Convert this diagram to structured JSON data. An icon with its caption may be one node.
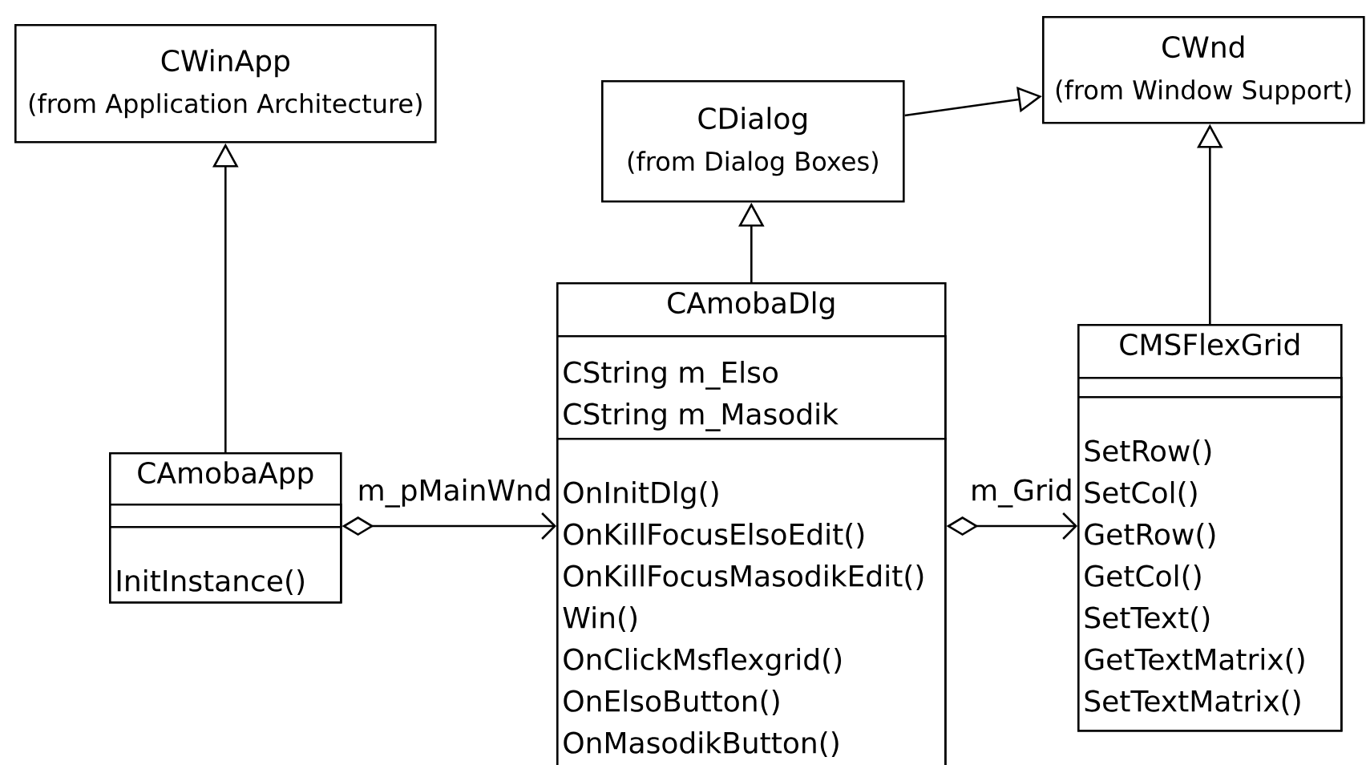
{
  "diagram": {
    "nodes": [
      {
        "text": [
          "CWinApp",
          "(from Application Architecture)"
        ]
      },
      {
        "text": [
          "CDialog",
          "(from Dialog Boxes)"
        ]
      },
      {
        "text": [
          "CWnd",
          "(from Window Support)"
        ]
      },
      {
        "text": [
          "CAmobaApp"
        ]
      },
      {
        "text": [],
        "shape": "box",
        "in": 3
      },
      {
        "text": [
          "InitInstance()"
        ],
        "in": 3
      },
      {
        "text": [
          "CAmobaDlg"
        ]
      },
      {
        "text": [
          "CString m_Elso",
          "CString m_Masodik"
        ],
        "in": 6
      },
      {
        "text": [
          "OnInitDlg()",
          "OnKillFocusElsoEdit()",
          "OnKillFocusMasodikEdit()",
          "Win()",
          "OnClickMsflexgrid()",
          "OnElsoButton()",
          "OnMasodikButton()"
        ],
        "in": 6
      },
      {
        "text": [
          "CMSFlexGrid"
        ]
      },
      {
        "text": [],
        "shape": "box",
        "in": 9
      },
      {
        "text": [
          "SetRow()",
          "SetCol()",
          "GetRow()",
          "GetCol()",
          "SetText()",
          "GetTextMatrix()",
          "SetTextMatrix()"
        ],
        "in": 9
      }
    ],
    "edges": [
      {
        "from": 3,
        "to": 0,
        "arrow": "to"
      },
      {
        "from": 1,
        "to": 2,
        "arrow": "to"
      },
      {
        "from": 6,
        "to": 1,
        "arrow": "to"
      },
      {
        "from": 9,
        "to": 2,
        "arrow": "to"
      },
      {
        "from": 3,
        "to": 6,
        "arrow": "to",
        "label": "m_pMainWnd"
      },
      {
        "from": 6,
        "to": 9,
        "arrow": "to",
        "label": "m_Grid"
      }
    ]
  }
}
